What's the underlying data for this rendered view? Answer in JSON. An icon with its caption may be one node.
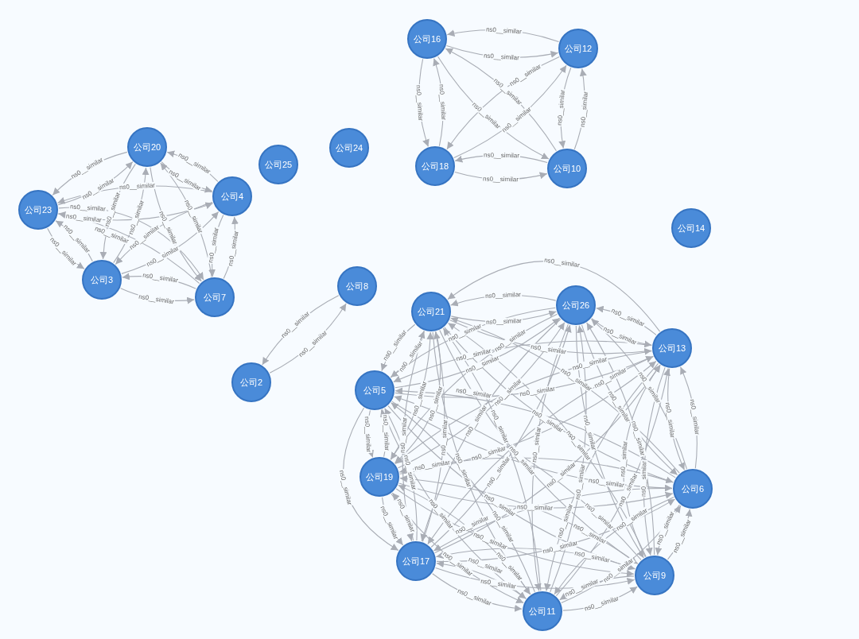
{
  "diagram": {
    "nodes": [
      {
        "text": [
          "公司16"
        ]
      },
      {
        "text": [
          "公司12"
        ]
      },
      {
        "text": [
          "公司20"
        ]
      },
      {
        "text": [
          "公司24"
        ]
      },
      {
        "text": [
          "公司25"
        ]
      },
      {
        "text": [
          "公司18"
        ]
      },
      {
        "text": [
          "公司10"
        ]
      },
      {
        "text": [
          "公司4"
        ]
      },
      {
        "text": [
          "公司23"
        ]
      },
      {
        "text": [
          "公司14"
        ]
      },
      {
        "text": [
          "公司3"
        ]
      },
      {
        "text": [
          "公司7"
        ]
      },
      {
        "text": [
          "公司8"
        ]
      },
      {
        "text": [
          "公司21"
        ]
      },
      {
        "text": [
          "公司26"
        ]
      },
      {
        "text": [
          "公司13"
        ]
      },
      {
        "text": [
          "公司2"
        ]
      },
      {
        "text": [
          "公司5"
        ]
      },
      {
        "text": [
          "公司19"
        ]
      },
      {
        "text": [
          "公司6"
        ]
      },
      {
        "text": [
          "公司17"
        ]
      },
      {
        "text": [
          "公司9"
        ]
      },
      {
        "text": [
          "公司11"
        ]
      }
    ],
    "edges": [
      {
        "from": 0,
        "to": 1,
        "arrow": "to",
        "label": "ns0__similar"
      },
      {
        "from": 1,
        "to": 0,
        "arrow": "to",
        "label": "ns0__similar"
      },
      {
        "from": 0,
        "to": 5,
        "arrow": "to",
        "label": "ns0__similar"
      },
      {
        "from": 5,
        "to": 0,
        "arrow": "to",
        "label": "ns0__similar"
      },
      {
        "from": 0,
        "to": 6,
        "arrow": "to",
        "label": "ns0__similar"
      },
      {
        "from": 6,
        "to": 0,
        "arrow": "to",
        "label": "ns0__similar"
      },
      {
        "from": 1,
        "to": 5,
        "arrow": "to",
        "label": "ns0__similar"
      },
      {
        "from": 5,
        "to": 1,
        "arrow": "to",
        "label": "ns0__similar"
      },
      {
        "from": 1,
        "to": 6,
        "arrow": "to",
        "label": "ns0__similar"
      },
      {
        "from": 6,
        "to": 1,
        "arrow": "to",
        "label": "ns0__similar"
      },
      {
        "from": 5,
        "to": 6,
        "arrow": "to",
        "label": "ns0__similar"
      },
      {
        "from": 6,
        "to": 5,
        "arrow": "to",
        "label": "ns0__similar"
      },
      {
        "from": 2,
        "to": 7,
        "arrow": "to",
        "label": "ns0__similar"
      },
      {
        "from": 7,
        "to": 2,
        "arrow": "to",
        "label": "ns0__similar"
      },
      {
        "from": 2,
        "to": 8,
        "arrow": "to",
        "label": "ns0__similar"
      },
      {
        "from": 8,
        "to": 2,
        "arrow": "to",
        "label": "ns0__similar"
      },
      {
        "from": 2,
        "to": 10,
        "arrow": "to",
        "label": "ns0__similar"
      },
      {
        "from": 10,
        "to": 2,
        "arrow": "to",
        "label": "ns0__similar"
      },
      {
        "from": 2,
        "to": 11,
        "arrow": "to",
        "label": "ns0__similar"
      },
      {
        "from": 11,
        "to": 2,
        "arrow": "to",
        "label": "ns0__similar"
      },
      {
        "from": 7,
        "to": 8,
        "arrow": "to",
        "label": "ns0__similar"
      },
      {
        "from": 8,
        "to": 7,
        "arrow": "to",
        "label": "ns0__similar"
      },
      {
        "from": 7,
        "to": 10,
        "arrow": "to",
        "label": "ns0__similar"
      },
      {
        "from": 10,
        "to": 7,
        "arrow": "to",
        "label": "ns0__similar"
      },
      {
        "from": 7,
        "to": 11,
        "arrow": "to",
        "label": "ns0__similar"
      },
      {
        "from": 11,
        "to": 7,
        "arrow": "to",
        "label": "ns0__similar"
      },
      {
        "from": 8,
        "to": 10,
        "arrow": "to",
        "label": "ns0__similar"
      },
      {
        "from": 10,
        "to": 8,
        "arrow": "to",
        "label": "ns0__similar"
      },
      {
        "from": 8,
        "to": 11,
        "arrow": "to",
        "label": "ns0__similar"
      },
      {
        "from": 11,
        "to": 8,
        "arrow": "to",
        "label": "ns0__similar"
      },
      {
        "from": 10,
        "to": 11,
        "arrow": "to",
        "label": "ns0__similar"
      },
      {
        "from": 11,
        "to": 10,
        "arrow": "to",
        "label": "ns0__similar"
      },
      {
        "from": 12,
        "to": 16,
        "arrow": "to",
        "label": "ns0__similar"
      },
      {
        "from": 16,
        "to": 12,
        "arrow": "to",
        "label": "ns0__similar"
      },
      {
        "from": 13,
        "to": 14,
        "arrow": "to",
        "label": "ns0__similar"
      },
      {
        "from": 14,
        "to": 13,
        "arrow": "to",
        "label": "ns0__similar"
      },
      {
        "from": 13,
        "to": 15,
        "arrow": "to",
        "label": "ns0__similar"
      },
      {
        "from": 15,
        "to": 13,
        "arrow": "to",
        "label": "ns0__similar"
      },
      {
        "from": 13,
        "to": 17,
        "arrow": "to",
        "label": "ns0__similar"
      },
      {
        "from": 17,
        "to": 13,
        "arrow": "to",
        "label": "ns0__similar"
      },
      {
        "from": 13,
        "to": 18,
        "arrow": "to",
        "label": "ns0__similar"
      },
      {
        "from": 18,
        "to": 13,
        "arrow": "to",
        "label": "ns0__similar"
      },
      {
        "from": 13,
        "to": 19,
        "arrow": "to",
        "label": "ns0__similar"
      },
      {
        "from": 19,
        "to": 13,
        "arrow": "to",
        "label": "ns0__similar"
      },
      {
        "from": 13,
        "to": 20,
        "arrow": "to",
        "label": "ns0__similar"
      },
      {
        "from": 20,
        "to": 13,
        "arrow": "to",
        "label": "ns0__similar"
      },
      {
        "from": 13,
        "to": 21,
        "arrow": "to",
        "label": "ns0__similar"
      },
      {
        "from": 21,
        "to": 13,
        "arrow": "to",
        "label": "ns0__similar"
      },
      {
        "from": 13,
        "to": 22,
        "arrow": "to",
        "label": "ns0__similar"
      },
      {
        "from": 22,
        "to": 13,
        "arrow": "to",
        "label": "ns0__similar"
      },
      {
        "from": 14,
        "to": 15,
        "arrow": "to",
        "label": "ns0__similar"
      },
      {
        "from": 15,
        "to": 14,
        "arrow": "to",
        "label": "ns0__similar"
      },
      {
        "from": 14,
        "to": 17,
        "arrow": "to",
        "label": "ns0__similar"
      },
      {
        "from": 17,
        "to": 14,
        "arrow": "to",
        "label": "ns0__similar"
      },
      {
        "from": 14,
        "to": 18,
        "arrow": "to",
        "label": "ns0__similar"
      },
      {
        "from": 18,
        "to": 14,
        "arrow": "to",
        "label": "ns0__similar"
      },
      {
        "from": 14,
        "to": 19,
        "arrow": "to",
        "label": "ns0__similar"
      },
      {
        "from": 19,
        "to": 14,
        "arrow": "to",
        "label": "ns0__similar"
      },
      {
        "from": 14,
        "to": 20,
        "arrow": "to",
        "label": "ns0__similar"
      },
      {
        "from": 20,
        "to": 14,
        "arrow": "to",
        "label": "ns0__similar"
      },
      {
        "from": 14,
        "to": 21,
        "arrow": "to",
        "label": "ns0__similar"
      },
      {
        "from": 21,
        "to": 14,
        "arrow": "to",
        "label": "ns0__similar"
      },
      {
        "from": 14,
        "to": 22,
        "arrow": "to",
        "label": "ns0__similar"
      },
      {
        "from": 22,
        "to": 14,
        "arrow": "to",
        "label": "ns0__similar"
      },
      {
        "from": 15,
        "to": 17,
        "arrow": "to",
        "label": "ns0__similar"
      },
      {
        "from": 17,
        "to": 15,
        "arrow": "to",
        "label": "ns0__similar"
      },
      {
        "from": 15,
        "to": 18,
        "arrow": "to",
        "label": "ns0__similar"
      },
      {
        "from": 18,
        "to": 15,
        "arrow": "to",
        "label": "ns0__similar"
      },
      {
        "from": 15,
        "to": 19,
        "arrow": "to",
        "label": "ns0__similar"
      },
      {
        "from": 19,
        "to": 15,
        "arrow": "to",
        "label": "ns0__similar"
      },
      {
        "from": 15,
        "to": 20,
        "arrow": "to",
        "label": "ns0__similar"
      },
      {
        "from": 20,
        "to": 15,
        "arrow": "to",
        "label": "ns0__similar"
      },
      {
        "from": 15,
        "to": 21,
        "arrow": "to",
        "label": "ns0__similar"
      },
      {
        "from": 21,
        "to": 15,
        "arrow": "to",
        "label": "ns0__similar"
      },
      {
        "from": 15,
        "to": 22,
        "arrow": "to",
        "label": "ns0__similar"
      },
      {
        "from": 22,
        "to": 15,
        "arrow": "to",
        "label": "ns0__similar"
      },
      {
        "from": 17,
        "to": 18,
        "arrow": "to",
        "label": "ns0__similar"
      },
      {
        "from": 18,
        "to": 17,
        "arrow": "to",
        "label": "ns0__similar"
      },
      {
        "from": 17,
        "to": 19,
        "arrow": "to",
        "label": "ns0__similar"
      },
      {
        "from": 19,
        "to": 17,
        "arrow": "to",
        "label": "ns0__similar"
      },
      {
        "from": 17,
        "to": 20,
        "arrow": "to",
        "label": "ns0__similar"
      },
      {
        "from": 20,
        "to": 17,
        "arrow": "to",
        "label": "ns0__similar"
      },
      {
        "from": 17,
        "to": 21,
        "arrow": "to",
        "label": "ns0__similar"
      },
      {
        "from": 21,
        "to": 17,
        "arrow": "to",
        "label": "ns0__similar"
      },
      {
        "from": 17,
        "to": 22,
        "arrow": "to",
        "label": "ns0__similar"
      },
      {
        "from": 22,
        "to": 17,
        "arrow": "to",
        "label": "ns0__similar"
      },
      {
        "from": 18,
        "to": 19,
        "arrow": "to",
        "label": "ns0__similar"
      },
      {
        "from": 19,
        "to": 18,
        "arrow": "to",
        "label": "ns0__similar"
      },
      {
        "from": 18,
        "to": 20,
        "arrow": "to",
        "label": "ns0__similar"
      },
      {
        "from": 20,
        "to": 18,
        "arrow": "to",
        "label": "ns0__similar"
      },
      {
        "from": 18,
        "to": 21,
        "arrow": "to",
        "label": "ns0__similar"
      },
      {
        "from": 21,
        "to": 18,
        "arrow": "to",
        "label": "ns0__similar"
      },
      {
        "from": 18,
        "to": 22,
        "arrow": "to",
        "label": "ns0__similar"
      },
      {
        "from": 22,
        "to": 18,
        "arrow": "to",
        "label": "ns0__similar"
      },
      {
        "from": 19,
        "to": 20,
        "arrow": "to",
        "label": "ns0__similar"
      },
      {
        "from": 20,
        "to": 19,
        "arrow": "to",
        "label": "ns0__similar"
      },
      {
        "from": 19,
        "to": 21,
        "arrow": "to",
        "label": "ns0__similar"
      },
      {
        "from": 21,
        "to": 19,
        "arrow": "to",
        "label": "ns0__similar"
      },
      {
        "from": 19,
        "to": 22,
        "arrow": "to",
        "label": "ns0__similar"
      },
      {
        "from": 22,
        "to": 19,
        "arrow": "to",
        "label": "ns0__similar"
      },
      {
        "from": 20,
        "to": 21,
        "arrow": "to",
        "label": "ns0__similar"
      },
      {
        "from": 21,
        "to": 20,
        "arrow": "to",
        "label": "ns0__similar"
      },
      {
        "from": 20,
        "to": 22,
        "arrow": "to",
        "label": "ns0__similar"
      },
      {
        "from": 22,
        "to": 20,
        "arrow": "to",
        "label": "ns0__similar"
      },
      {
        "from": 21,
        "to": 22,
        "arrow": "to",
        "label": "ns0__similar"
      },
      {
        "from": 22,
        "to": 21,
        "arrow": "to",
        "label": "ns0__similar"
      }
    ]
  }
}
